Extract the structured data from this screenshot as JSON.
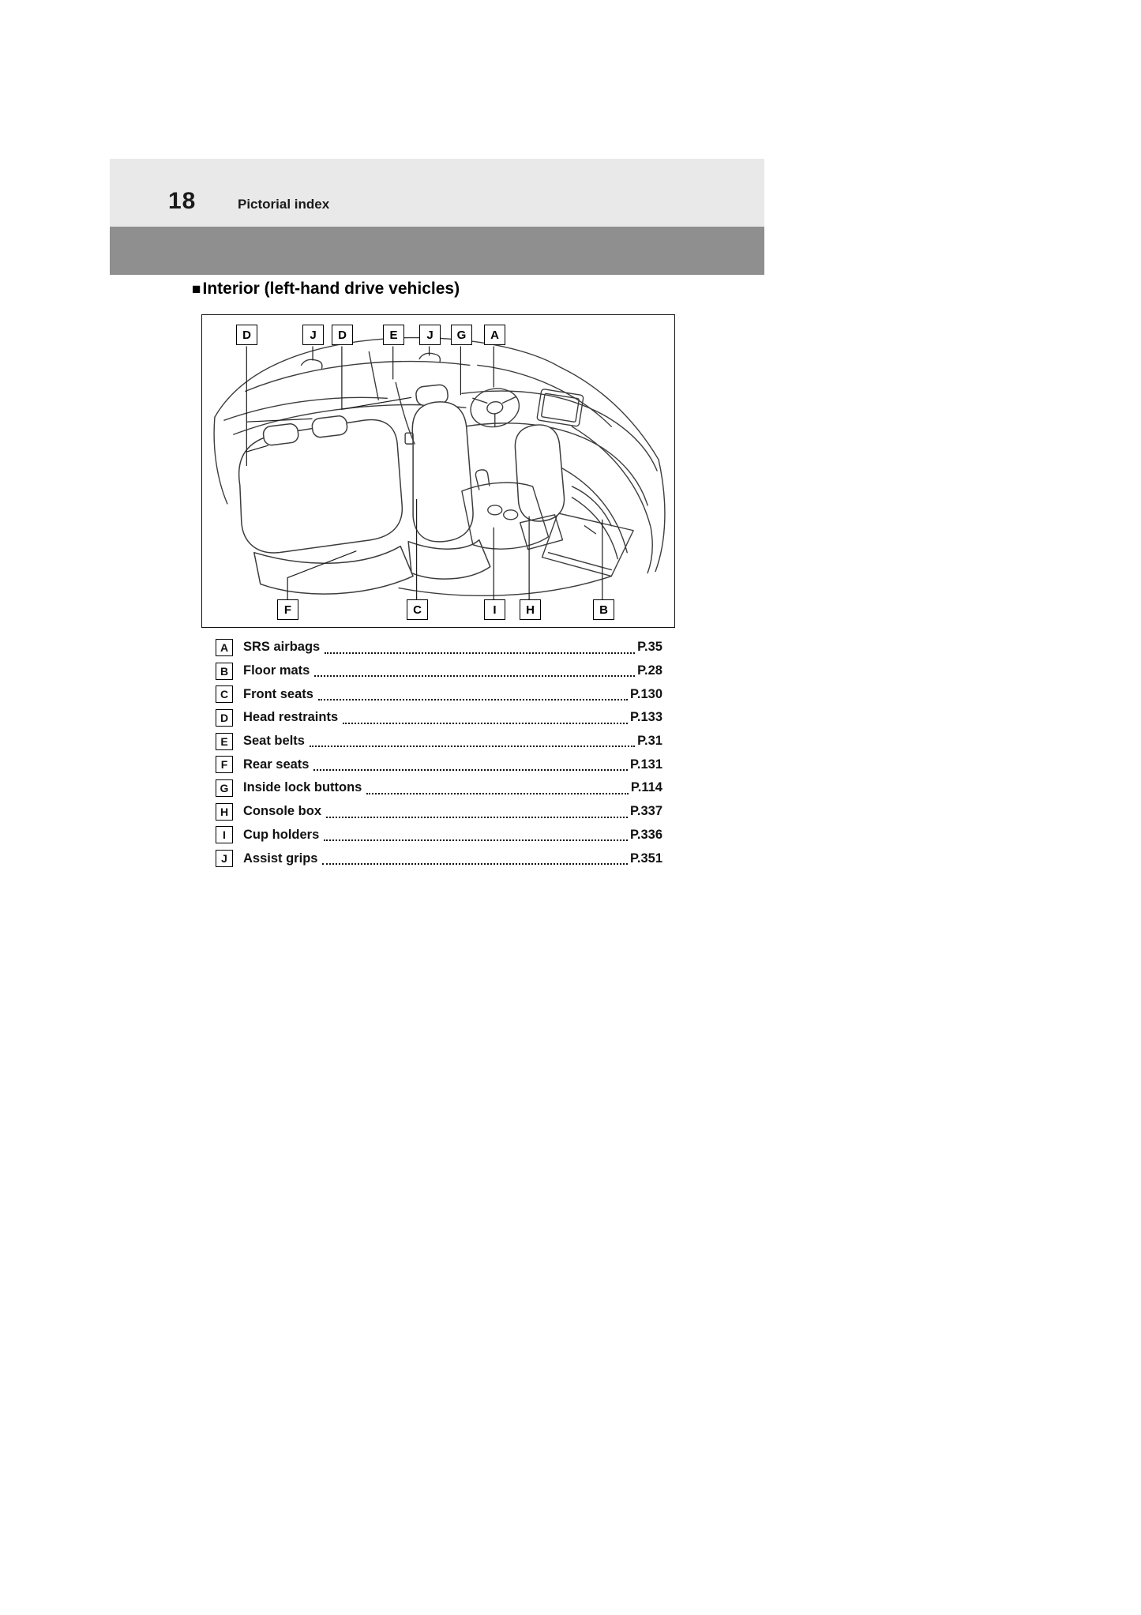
{
  "page": {
    "number": "18",
    "header_title": "Pictorial index",
    "section_marker": "■",
    "section_title": "Interior (left-hand drive vehicles)"
  },
  "colors": {
    "header_band_light": "#e9e9e9",
    "header_band_dark": "#8f8f8f",
    "line_art": "#3c3c3c"
  },
  "diagram": {
    "description": "line drawing of car interior seen from rear-left",
    "top_labels": [
      "D",
      "J",
      "D",
      "E",
      "J",
      "G",
      "A"
    ],
    "bottom_labels": [
      "F",
      "C",
      "I",
      "H",
      "B"
    ]
  },
  "legend": [
    {
      "key": "A",
      "label": "SRS airbags",
      "page": "P.35"
    },
    {
      "key": "B",
      "label": "Floor mats",
      "page": "P.28"
    },
    {
      "key": "C",
      "label": "Front seats",
      "page": "P.130"
    },
    {
      "key": "D",
      "label": "Head restraints",
      "page": "P.133"
    },
    {
      "key": "E",
      "label": "Seat belts",
      "page": "P.31"
    },
    {
      "key": "F",
      "label": "Rear seats",
      "page": "P.131"
    },
    {
      "key": "G",
      "label": "Inside lock buttons",
      "page": "P.114"
    },
    {
      "key": "H",
      "label": "Console box",
      "page": "P.337"
    },
    {
      "key": "I",
      "label": "Cup holders",
      "page": "P.336"
    },
    {
      "key": "J",
      "label": "Assist grips",
      "page": "P.351"
    }
  ]
}
